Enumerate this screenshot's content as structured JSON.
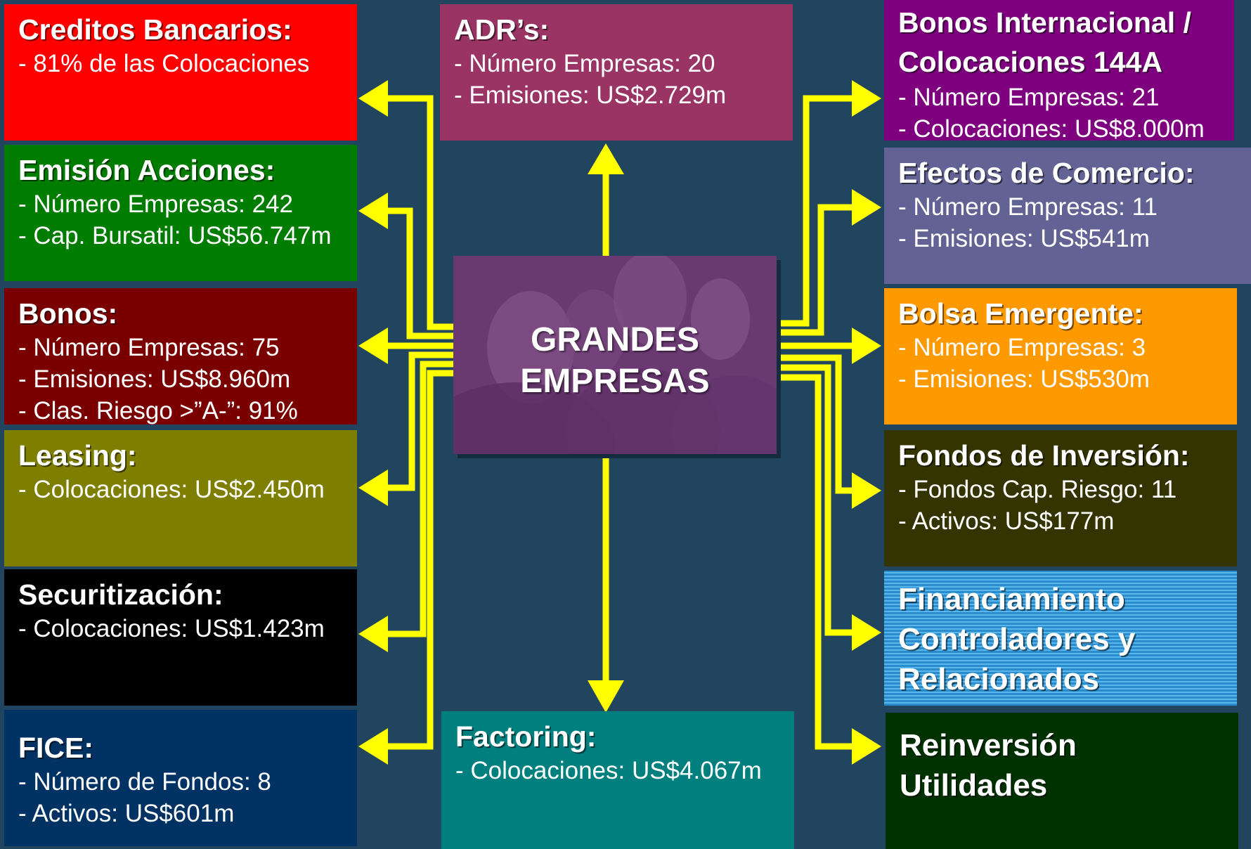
{
  "center": {
    "line1": "GRANDES",
    "line2": "EMPRESAS"
  },
  "left": [
    {
      "title": "Creditos Bancarios:",
      "lines": [
        "- 81% de las Colocaciones"
      ],
      "color": "#ff0000"
    },
    {
      "title": "Emisión Acciones:",
      "lines": [
        "- Número Empresas: 242",
        "- Cap. Bursatil: US$56.747m"
      ],
      "color": "#007d00"
    },
    {
      "title": "Bonos:",
      "lines": [
        "- Número Empresas: 75",
        "- Emisiones: US$8.960m",
        "- Clas. Riesgo >”A-”: 91%"
      ],
      "color": "#7a0000"
    },
    {
      "title": "Leasing:",
      "lines": [
        "- Colocaciones: US$2.450m"
      ],
      "color": "#7e7e00"
    },
    {
      "title": "Securitización:",
      "lines": [
        "- Colocaciones: US$1.423m"
      ],
      "color": "#000000"
    },
    {
      "title": "FICE:",
      "lines": [
        "- Número de Fondos: 8",
        "- Activos: US$601m"
      ],
      "color": "#003264"
    }
  ],
  "top": {
    "title": "ADR’s:",
    "lines": [
      "- Número Empresas: 20",
      "- Emisiones: US$2.729m"
    ],
    "color": "#9a3465"
  },
  "bottom": {
    "title": "Factoring:",
    "lines": [
      "- Colocaciones: US$4.067m"
    ],
    "color": "#007f7f"
  },
  "right": [
    {
      "title": "Bonos Internacional / Colocaciones 144A",
      "lines": [
        "- Número Empresas: 21",
        "- Colocaciones: US$8.000m"
      ],
      "color": "#7f007f"
    },
    {
      "title": "Efectos de Comercio:",
      "lines": [
        "- Número Empresas: 11",
        "- Emisiones: US$541m"
      ],
      "color": "#626295"
    },
    {
      "title": "Bolsa Emergente:",
      "lines": [
        "- Número Empresas: 3",
        "- Emisiones: US$530m"
      ],
      "color": "#ff9900"
    },
    {
      "title": "Fondos de Inversión:",
      "lines": [
        "- Fondos Cap. Riesgo: 11",
        "- Activos: US$177m"
      ],
      "color": "#343400"
    },
    {
      "title": "Financiamiento Controladores y Relacionados",
      "lines": [],
      "color": "#3a9ad6"
    },
    {
      "title": "Reinversión Utilidades",
      "lines": [],
      "color": "#003200"
    }
  ],
  "arrow_color": "#ffff00"
}
